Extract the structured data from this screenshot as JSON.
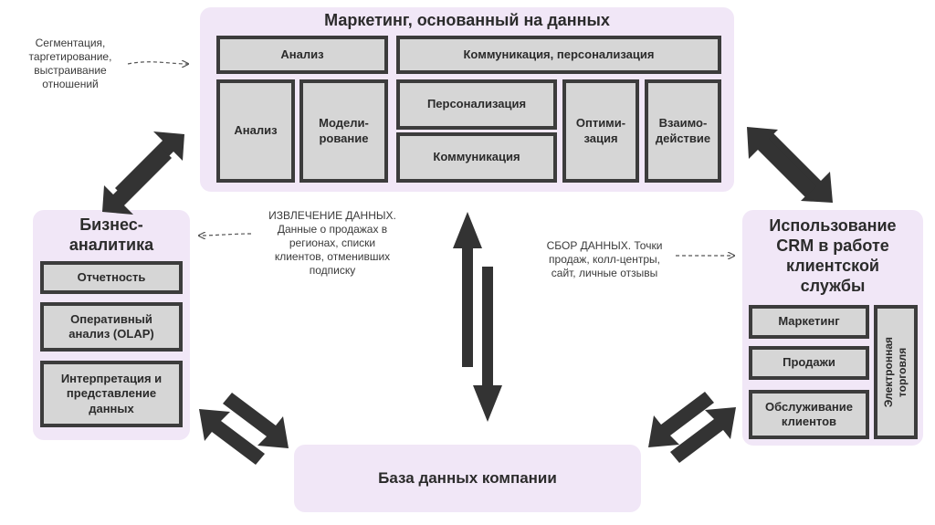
{
  "marketing": {
    "title": "Маркетинг, основанный на данных",
    "analysis_header": "Анализ",
    "analysis": "Анализ",
    "modeling": "Модели-\nрование",
    "comm_header": "Коммуникация, персонализация",
    "personalization": "Персонализация",
    "communication": "Коммуникация",
    "optimization": "Оптими-\nзация",
    "interaction": "Взаимо-\nдействие"
  },
  "bi": {
    "title": "Бизнес-\nаналитика",
    "reporting": "Отчетность",
    "olap": "Оперативный\nанализ (OLAP)",
    "interpretation": "Интерпретация и\nпредставление\nданных"
  },
  "crm": {
    "title": "Использование\nCRM в работе\nклиентской\nслужбы",
    "marketing": "Маркетинг",
    "sales": "Продажи",
    "service": "Обслуживание\nклиентов",
    "ecommerce": "Электронная\nторговля"
  },
  "database": {
    "title": "База данных компании"
  },
  "notes": {
    "segmentation": "Сегментация,\nтаргетирование,\nвыстраивание\nотношений",
    "extraction": "ИЗВЛЕЧЕНИЕ ДАННЫХ.\nДанные о продажах в\nрегионах, списки\nклиентов, отменивших\nподписку",
    "collection": "СБОР ДАННЫХ. Точки\nпродаж, колл-центры,\nсайт, личные отзывы"
  },
  "colors": {
    "panel": "#f1e7f7",
    "box": "#d6d6d6",
    "border": "#3c3c3c",
    "arrow": "#333333"
  }
}
